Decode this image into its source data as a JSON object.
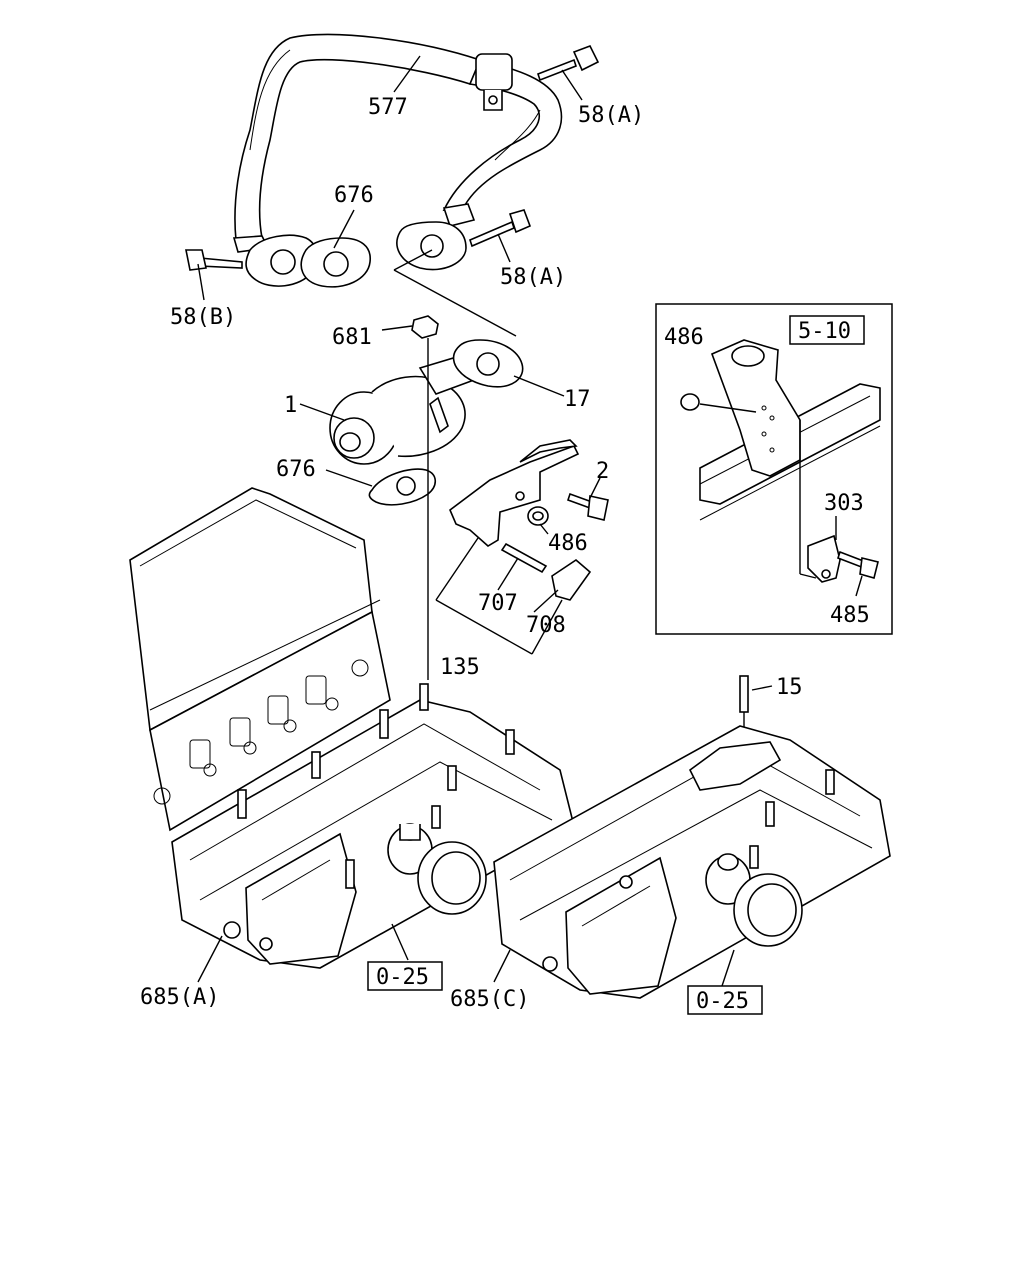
{
  "labels": {
    "part_577": "577",
    "part_58a_top": "58(A)",
    "part_676_top": "676",
    "part_58a_mid": "58(A)",
    "part_58b": "58(B)",
    "part_681": "681",
    "part_17": "17",
    "part_1": "1",
    "part_676_lower": "676",
    "part_2": "2",
    "part_486": "486",
    "part_707": "707",
    "part_708": "708",
    "part_135": "135",
    "part_15": "15",
    "part_685a": "685(A)",
    "part_685c": "685(C)",
    "ref_025_left": "0-25",
    "ref_025_right": "0-25",
    "inset_ref": "5-10",
    "inset_486": "486",
    "inset_303": "303",
    "inset_485": "485"
  }
}
